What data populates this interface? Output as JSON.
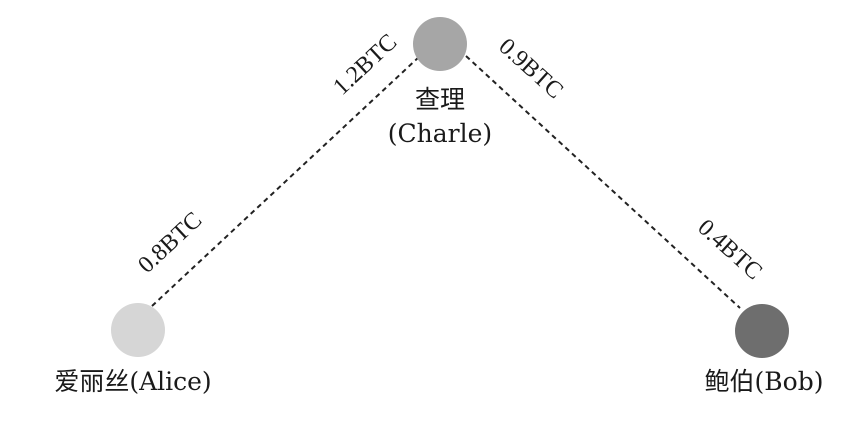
{
  "nodes": {
    "charlie": {
      "name": "查理",
      "alias": "(Charle)",
      "color": "#a6a6a6"
    },
    "alice": {
      "name": "爱丽丝(Alice)",
      "color": "#d6d6d6"
    },
    "bob": {
      "name": "鲍伯(Bob)",
      "color": "#6e6e6e"
    }
  },
  "edges": {
    "alice_charlie": {
      "label_near_alice": "0.8BTC",
      "label_near_charlie": "1.2BTC"
    },
    "charlie_bob": {
      "label_near_charlie": "0.9BTC",
      "label_near_bob": "0.4BTC"
    }
  },
  "style": {
    "edge_color": "#222222",
    "text_color": "#1a1a1a"
  }
}
